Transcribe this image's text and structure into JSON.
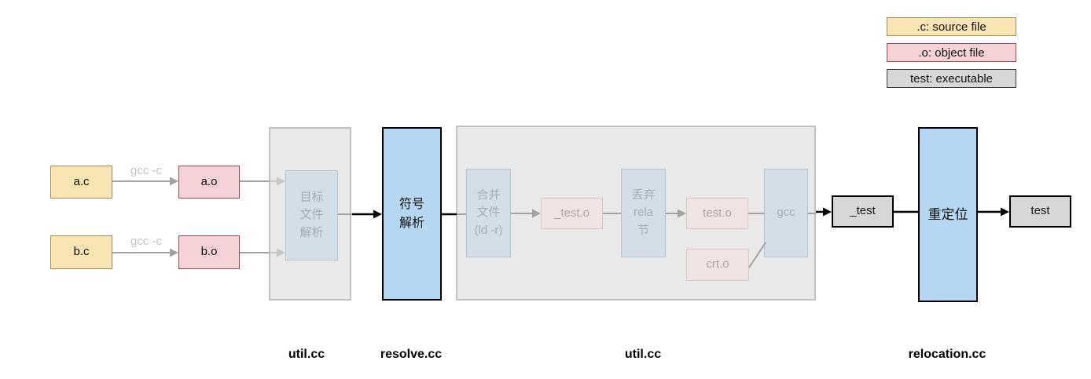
{
  "colors": {
    "source_fill": "#F8E5B3",
    "source_border": "#A58A4D",
    "object_fill": "#F4D2D5",
    "object_border": "#9E464C",
    "exe_fill": "#D7D7D7",
    "exe_node_border": "#000000",
    "exe_legend_border": "#3C3C3C",
    "stage_fill": "#B6D7F2",
    "stage_border": "#000000",
    "group_fill": "#E9E9E9",
    "group_border": "#C2C2C2",
    "faded_blue_fill": "#D4DEE6",
    "faded_blue_border": "#B8C2CA",
    "faded_blue_text": "#A3ADB6",
    "faded_pink_fill": "#EFE3E3",
    "faded_pink_border": "#D9C7C7",
    "faded_pink_text": "#ADA5A7",
    "arrow_gray": "#A2A2A2",
    "arrow_light": "#C6C6C6",
    "arrow_black": "#000000",
    "compile_label_color": "#C2C2C2"
  },
  "legend": {
    "items": [
      {
        "label": ".c: source file"
      },
      {
        "label": ".o: object file"
      },
      {
        "label": "test: executable"
      }
    ]
  },
  "pipeline": {
    "sources": {
      "a_c": "a.c",
      "b_c": "b.c"
    },
    "objects": {
      "a_o": "a.o",
      "b_o": "b.o"
    },
    "compile_label": "gcc -c",
    "stage1": {
      "object_parse": "目标\n文件\n解析"
    },
    "symbol_resolve": "符号\n解析",
    "stage2": {
      "merge": "合并\n文件\n(ld -r)",
      "pre_object": "_test.o",
      "discard_rela": "丢弃\nrela\n节",
      "object": "test.o",
      "gcc": "gcc",
      "crt": "crt.o"
    },
    "pre_executable": "_test",
    "relocate": "重定位",
    "executable": "test"
  },
  "file_labels": {
    "stage1": "util.cc",
    "resolve": "resolve.cc",
    "stage2": "util.cc",
    "relocate": "relocation.cc"
  }
}
